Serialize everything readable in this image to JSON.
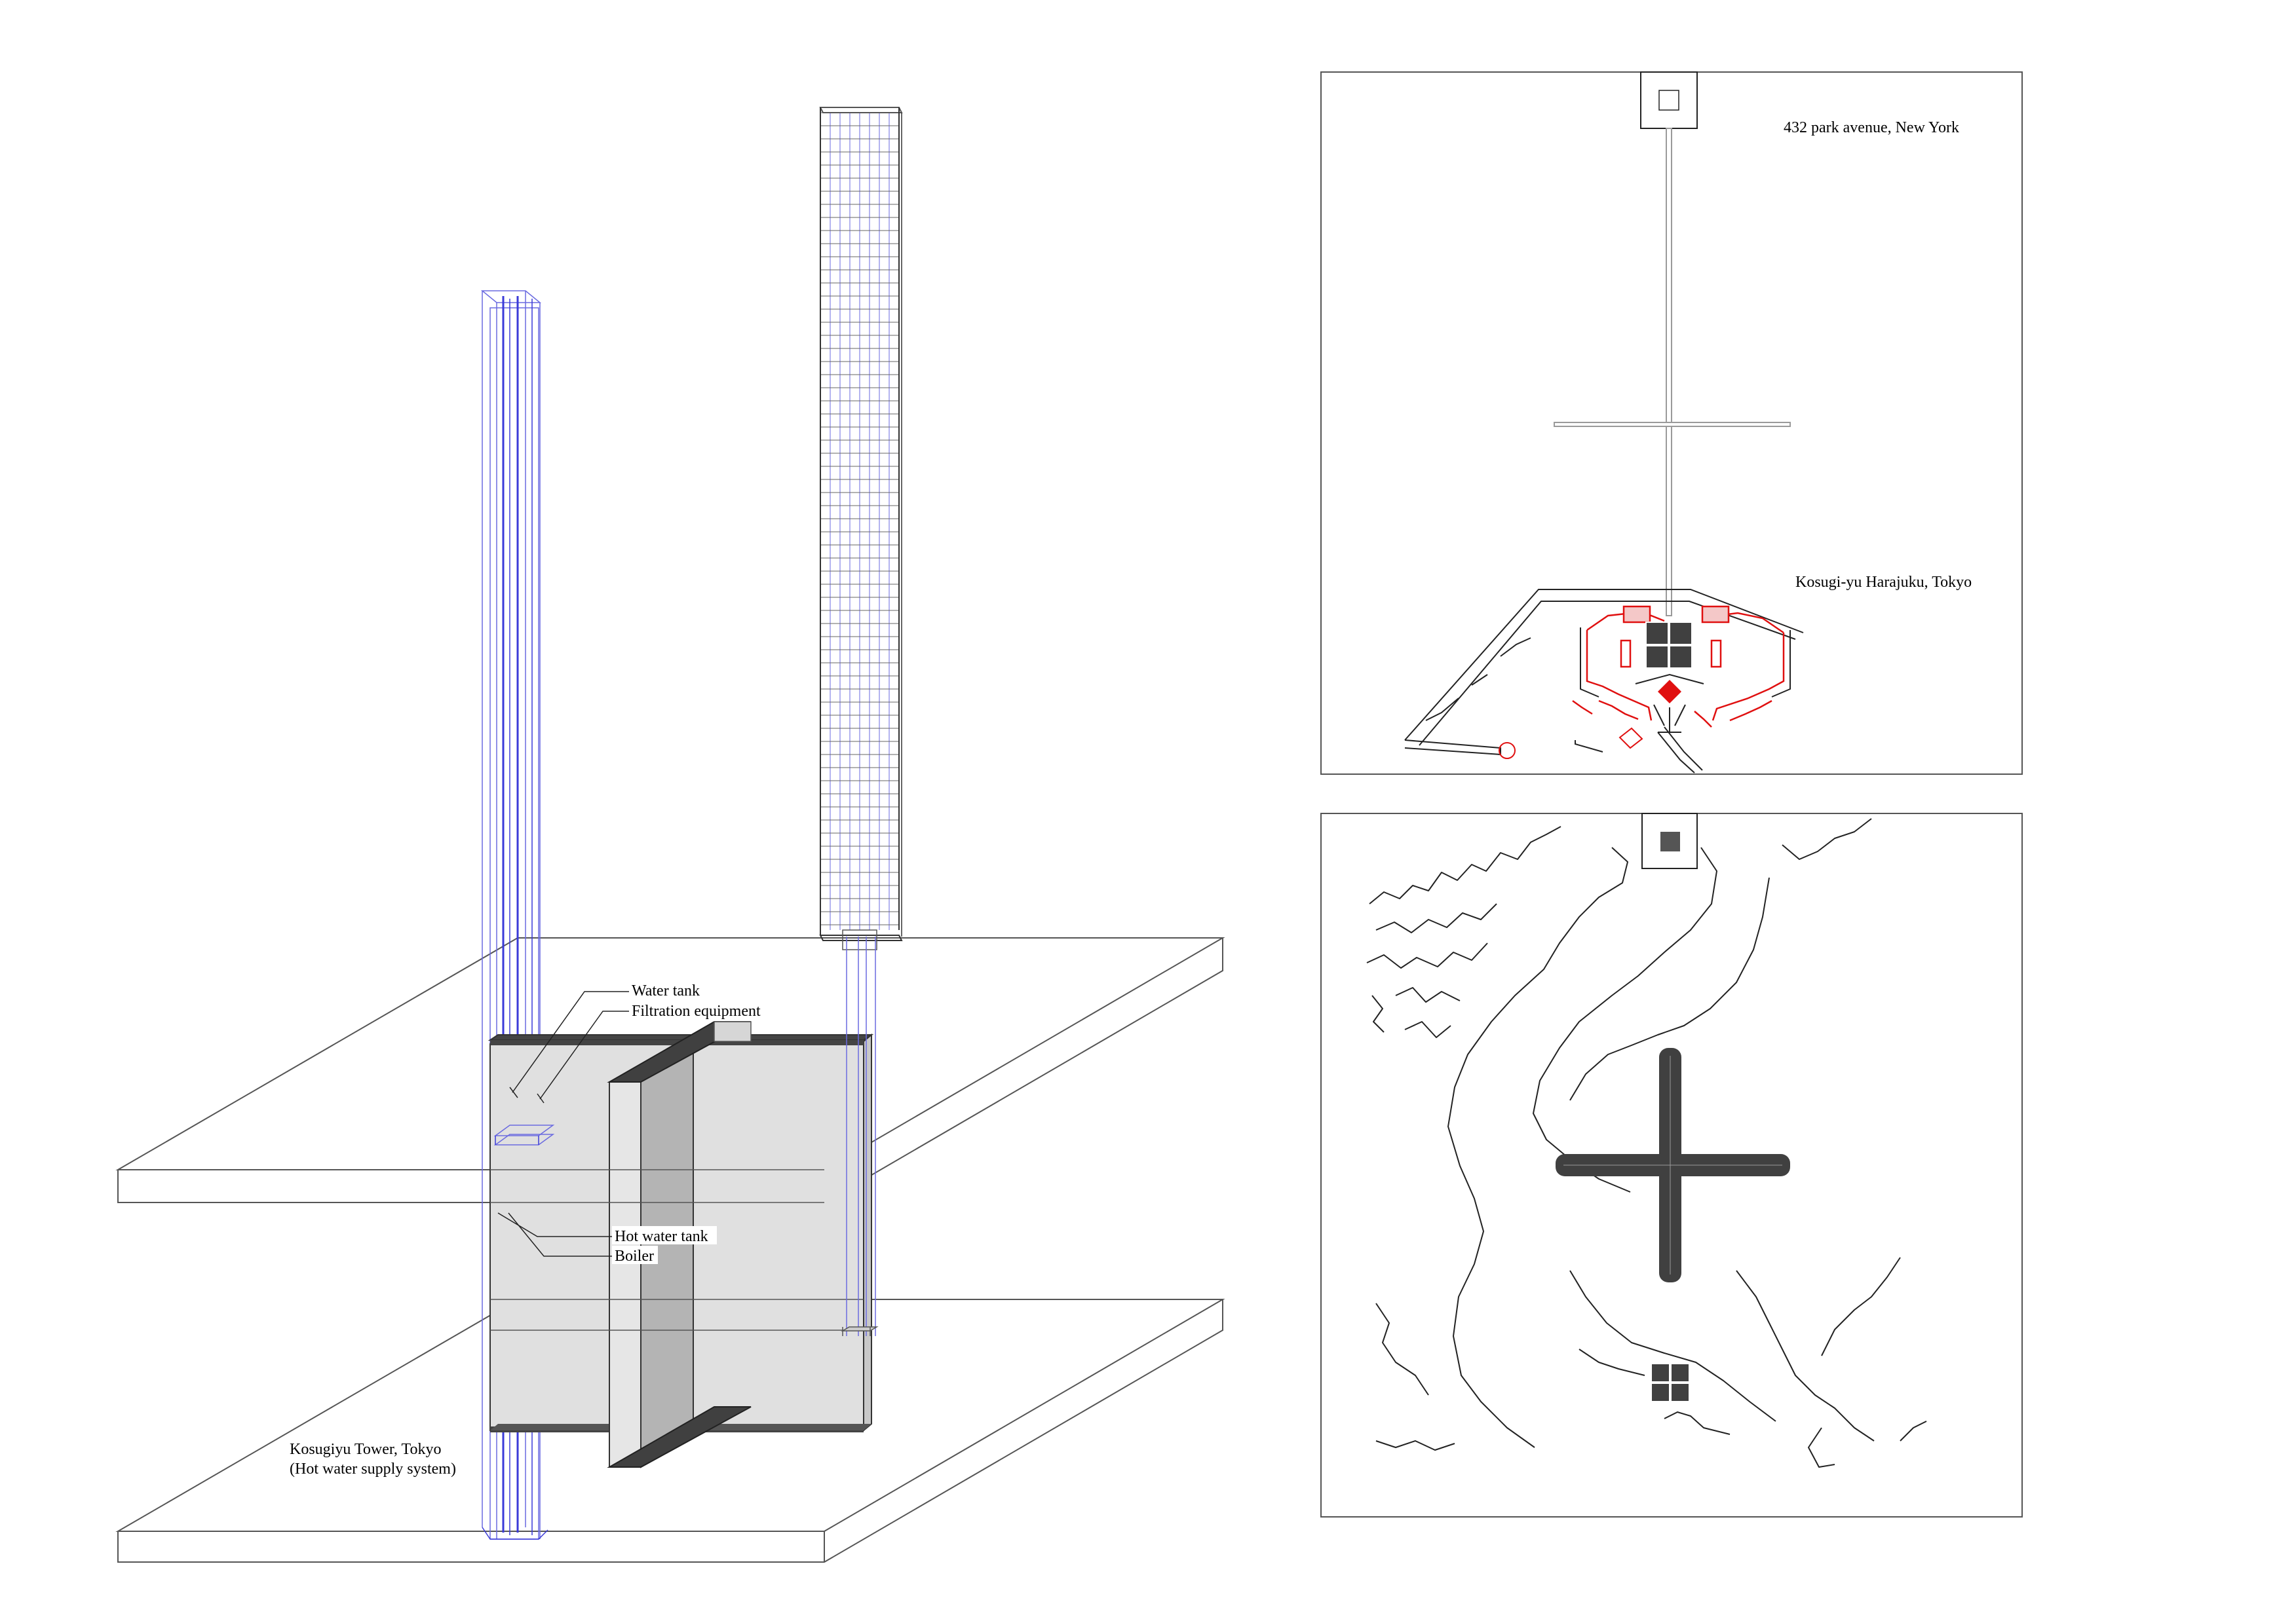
{
  "labels": {
    "water_tank": "Water tank",
    "filtration": "Filtration equipment",
    "hot_water_tank": "Hot water tank",
    "boiler": "Boiler",
    "tower_title": "Kosugiyu Tower, Tokyo",
    "tower_subtitle": "(Hot water supply system)",
    "new_york": "432 park avenue, New York",
    "harajuku": "Kosugi-yu Harajuku, Tokyo"
  },
  "colors": {
    "pipe_blue": "#3a3ad8",
    "grid_blue": "#6a6ae0",
    "plan_red": "#e01010",
    "dark_fill": "#404040",
    "wall_fill": "#e0e0e0",
    "mid_fill": "#b4b4b4",
    "frame": "#555555",
    "rod_gray": "#9a9a9a"
  }
}
